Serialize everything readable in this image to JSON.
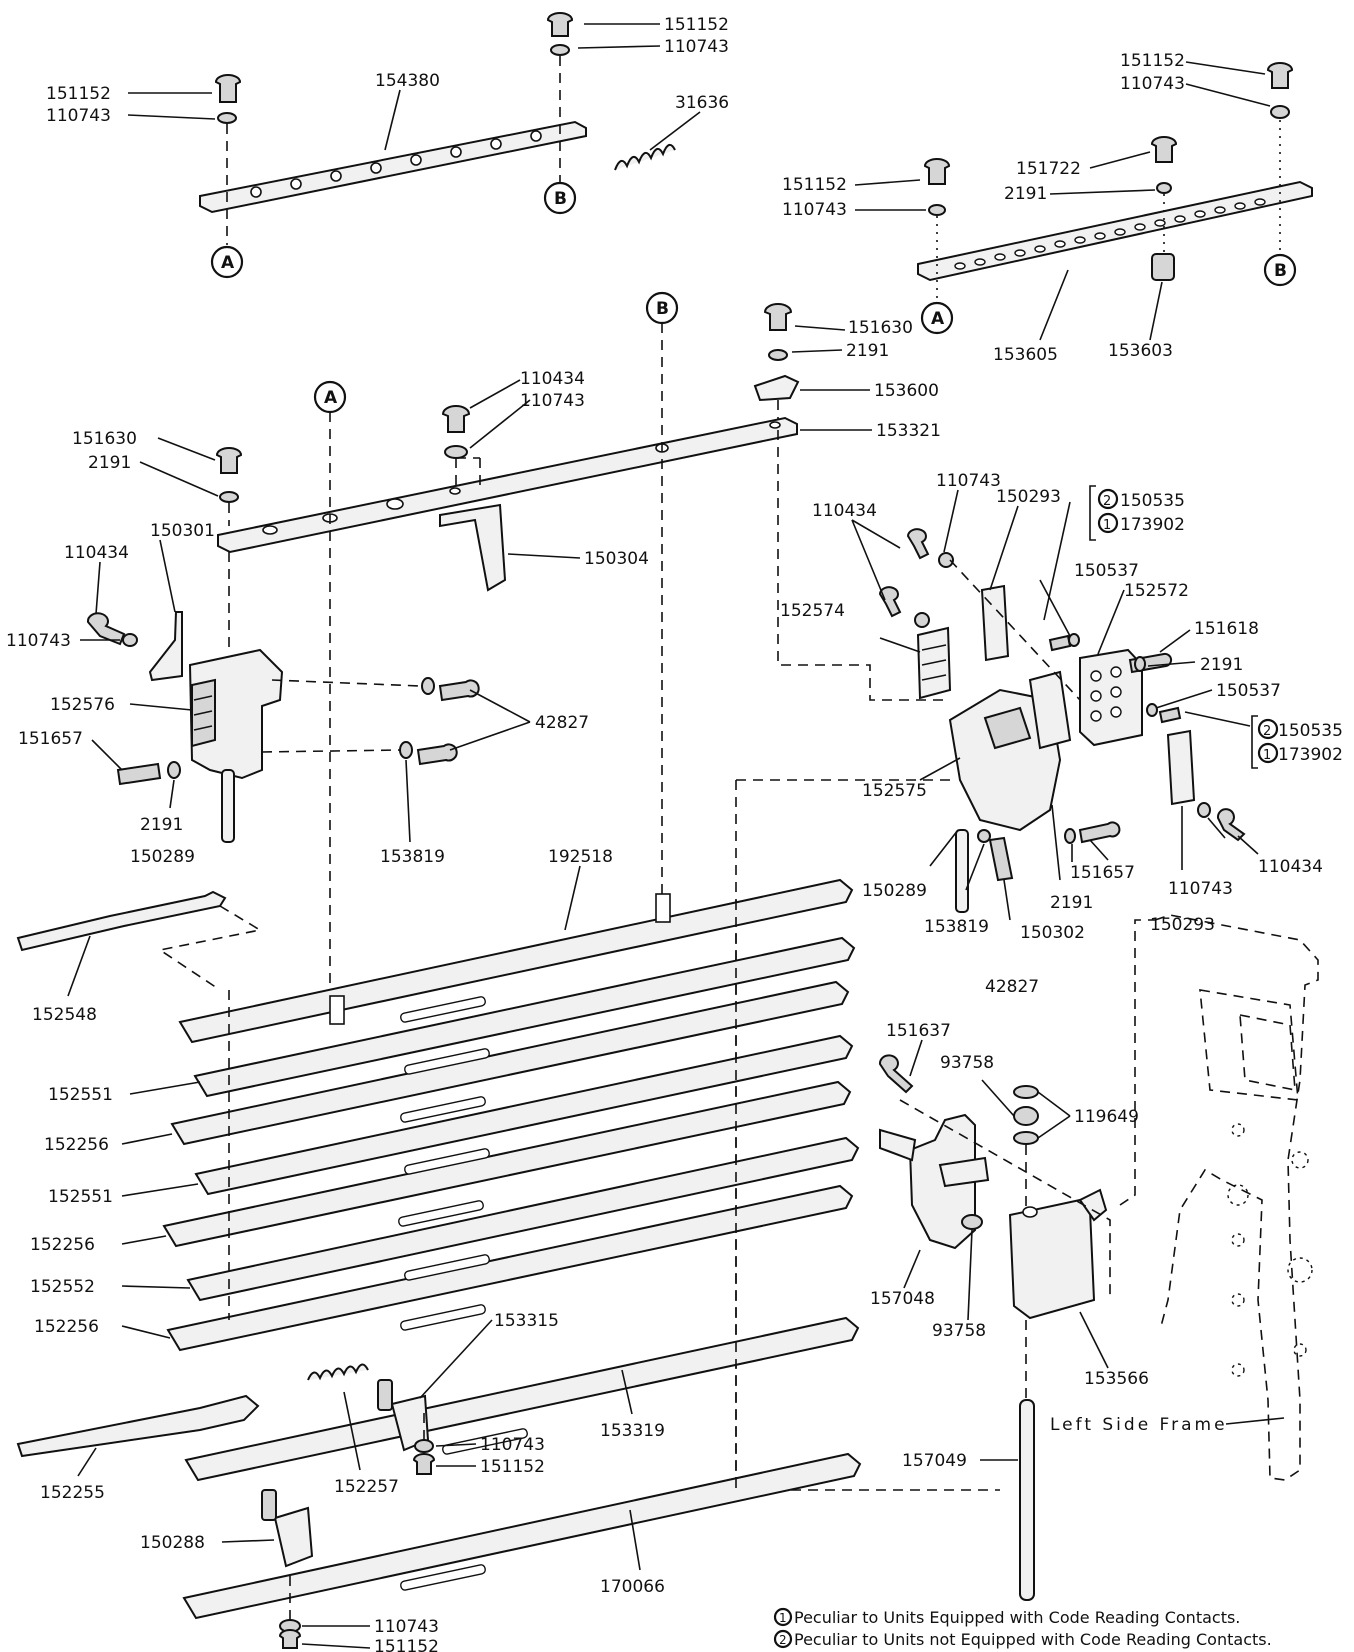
{
  "labels": {
    "p151152_a": "151152",
    "p110743_a": "110743",
    "p154380": "154380",
    "p151152_b": "151152",
    "p110743_b": "110743",
    "p31636": "31636",
    "p151152_c": "151152",
    "p110743_c": "110743",
    "p151722": "151722",
    "p2191_a": "2191",
    "p151152_d": "151152",
    "p110743_d": "110743",
    "p153605": "153605",
    "p153603": "153603",
    "p151630_a": "151630",
    "p2191_b": "2191",
    "p153600": "153600",
    "p110434_a": "110434",
    "p110743_e": "110743",
    "p153321": "153321",
    "p151630_b": "151630",
    "p2191_c": "2191",
    "p150304": "150304",
    "p150301": "150301",
    "p110434_b": "110434",
    "p110743_f": "110743",
    "p152576": "152576",
    "p42827_a": "42827",
    "p151657_a": "151657",
    "p2191_d": "2191",
    "p153819_a": "153819",
    "p150289_a": "150289",
    "p110743_g": "110743",
    "p150293_a": "150293",
    "p150535_a": "150535",
    "p173902_a": "173902",
    "p110434_c": "110434",
    "p150537_a": "150537",
    "p152572": "152572",
    "p152574": "152574",
    "p151618": "151618",
    "p2191_e": "2191",
    "p150537_b": "150537",
    "p150535_b": "150535",
    "p173902_b": "173902",
    "p152575": "152575",
    "p110434_d": "110434",
    "p151657_b": "151657",
    "p110743_h": "110743",
    "p2191_f": "2191",
    "p150289_b": "150289",
    "p153819_b": "153819",
    "p150302": "150302",
    "p150293_b": "150293",
    "p42827_b": "42827",
    "p192518": "192518",
    "p152548": "152548",
    "p152551_a": "152551",
    "p152256_a": "152256",
    "p152551_b": "152551",
    "p152256_b": "152256",
    "p152552": "152552",
    "p152256_c": "152256",
    "p153315": "153315",
    "p153319": "153319",
    "p110743_i": "110743",
    "p151152_e": "151152",
    "p152257": "152257",
    "p152255": "152255",
    "p150288": "150288",
    "p170066": "170066",
    "p110743_j": "110743",
    "p151152_f": "151152",
    "p151637": "151637",
    "p93758_a": "93758",
    "p119649": "119649",
    "p157048": "157048",
    "p93758_b": "93758",
    "p153566": "153566",
    "p157049": "157049"
  },
  "ref_marks": {
    "a": "A",
    "b": "B",
    "one": "1",
    "two": "2"
  },
  "frame_label": "Left Side Frame",
  "notes": {
    "note1": "Peculiar to Units Equipped with Code Reading Contacts.",
    "note2": "Peculiar to Units not Equipped with Code Reading Contacts."
  }
}
